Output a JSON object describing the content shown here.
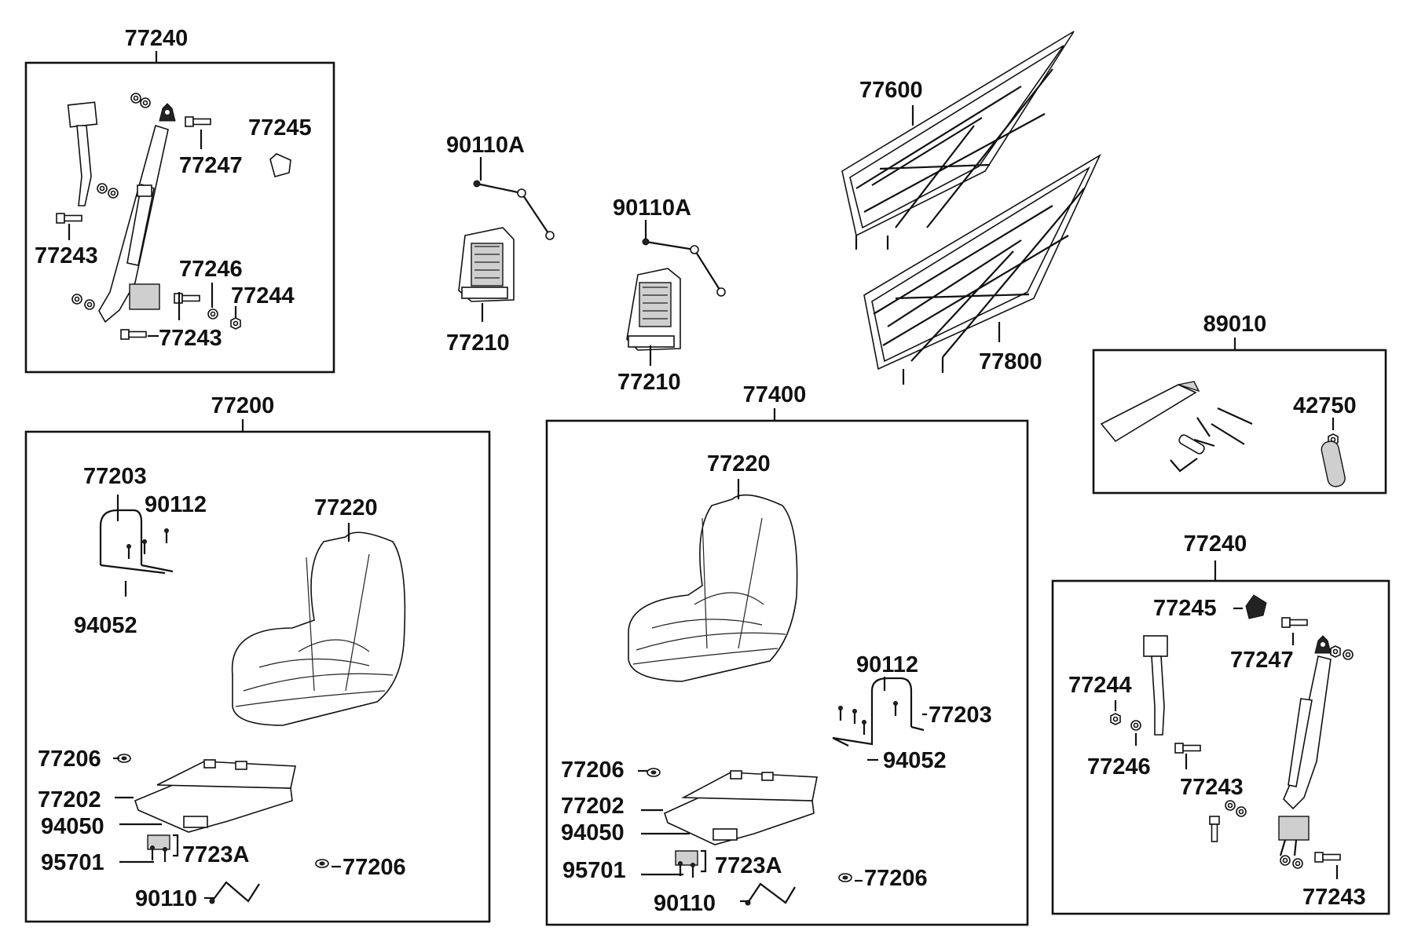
{
  "colors": {
    "ink": "#111111",
    "background": "#ffffff"
  },
  "groups": {
    "belt_left": {
      "title": "77240"
    },
    "seat_left": {
      "title": "77200"
    },
    "seat_right": {
      "title": "77400"
    },
    "toolkit": {
      "title": "89010"
    },
    "belt_right": {
      "title": "77240"
    }
  },
  "labels": [
    {
      "id": "l1",
      "text": "77245"
    },
    {
      "id": "l2",
      "text": "77247"
    },
    {
      "id": "l3",
      "text": "77243"
    },
    {
      "id": "l4",
      "text": "77246"
    },
    {
      "id": "l5",
      "text": "77244"
    },
    {
      "id": "l6",
      "text": "77243"
    },
    {
      "id": "l7",
      "text": "90110A"
    },
    {
      "id": "l8",
      "text": "77210"
    },
    {
      "id": "l9",
      "text": "90110A"
    },
    {
      "id": "l10",
      "text": "77210"
    },
    {
      "id": "l11",
      "text": "77600"
    },
    {
      "id": "l12",
      "text": "77800"
    },
    {
      "id": "l13",
      "text": "42750"
    },
    {
      "id": "l14",
      "text": "77203"
    },
    {
      "id": "l15",
      "text": "90112"
    },
    {
      "id": "l16",
      "text": "77220"
    },
    {
      "id": "l17",
      "text": "94052"
    },
    {
      "id": "l18",
      "text": "77206"
    },
    {
      "id": "l19",
      "text": "77202"
    },
    {
      "id": "l20",
      "text": "94050"
    },
    {
      "id": "l21",
      "text": "95701"
    },
    {
      "id": "l22",
      "text": "7723A"
    },
    {
      "id": "l23",
      "text": "77206"
    },
    {
      "id": "l24",
      "text": "90110"
    },
    {
      "id": "l25",
      "text": "77220"
    },
    {
      "id": "l26",
      "text": "90112"
    },
    {
      "id": "l27",
      "text": "77203"
    },
    {
      "id": "l28",
      "text": "94052"
    },
    {
      "id": "l29",
      "text": "77206"
    },
    {
      "id": "l30",
      "text": "77202"
    },
    {
      "id": "l31",
      "text": "94050"
    },
    {
      "id": "l32",
      "text": "95701"
    },
    {
      "id": "l33",
      "text": "7723A"
    },
    {
      "id": "l34",
      "text": "77206"
    },
    {
      "id": "l35",
      "text": "90110"
    },
    {
      "id": "l36",
      "text": "77245"
    },
    {
      "id": "l37",
      "text": "77247"
    },
    {
      "id": "l38",
      "text": "77244"
    },
    {
      "id": "l39",
      "text": "77246"
    },
    {
      "id": "l40",
      "text": "77243"
    },
    {
      "id": "l41",
      "text": "77243"
    }
  ]
}
